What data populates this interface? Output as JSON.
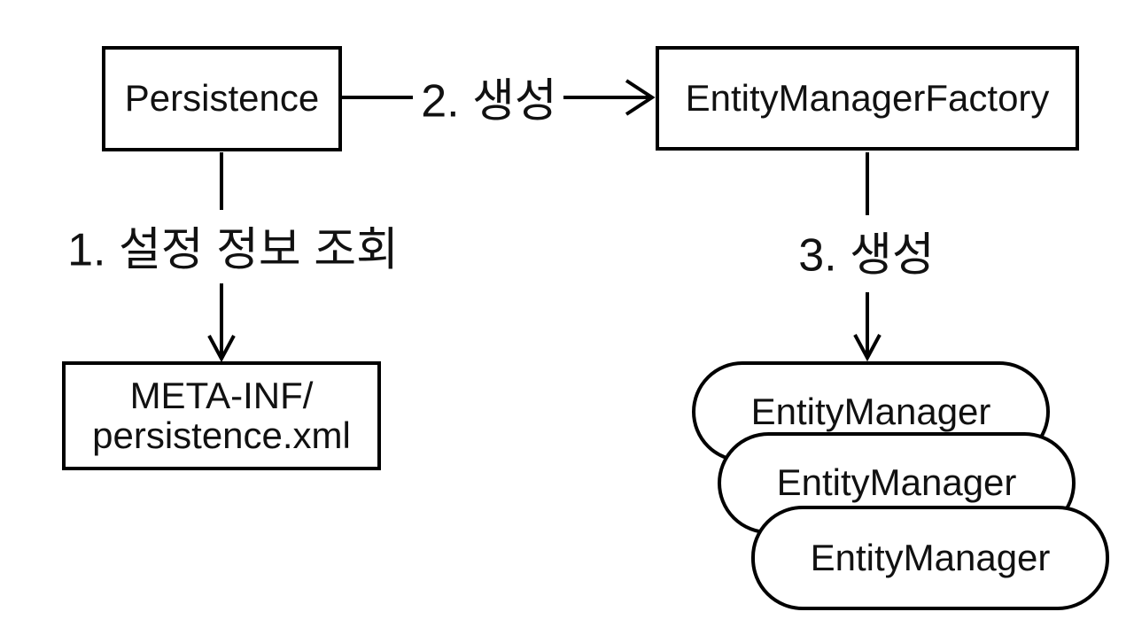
{
  "canvas": {
    "background": "#ffffff",
    "stroke_color": "#000000",
    "text_color": "#111111"
  },
  "nodes": {
    "persistence": {
      "label": "Persistence"
    },
    "entity_manager_factory": {
      "label": "EntityManagerFactory"
    },
    "meta_inf": {
      "line1": "META-INF/",
      "line2": "persistence.xml"
    },
    "entity_managers": [
      {
        "label": "EntityManager"
      },
      {
        "label": "EntityManager"
      },
      {
        "label": "EntityManager"
      }
    ]
  },
  "edges": {
    "step1": {
      "label": "1. 설정 정보 조회",
      "from": "persistence",
      "to": "meta_inf",
      "direction": "down"
    },
    "step2": {
      "label": "2. 생성",
      "from": "persistence",
      "to": "entity_manager_factory",
      "direction": "right"
    },
    "step3": {
      "label": "3. 생성",
      "from": "entity_manager_factory",
      "to": "entity_managers",
      "direction": "down"
    }
  }
}
